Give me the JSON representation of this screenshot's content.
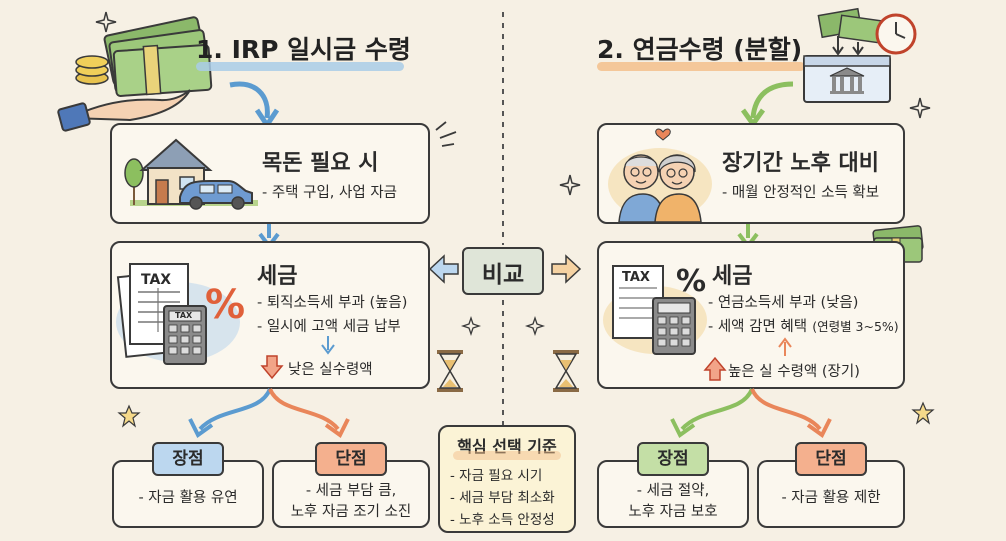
{
  "left": {
    "title": "1. IRP 일시금 수령",
    "box1": {
      "heading": "목돈 필요 시",
      "line": "- 주택 구입, 사업 자금"
    },
    "box2": {
      "heading": "세금",
      "line1": "- 퇴직소득세 부과 (높음)",
      "line2": "- 일시에 고액 세금 납부",
      "result": "낮은 실수령액",
      "tax_label": "TAX",
      "calc_label": "TAX",
      "percent": "%"
    },
    "pros": {
      "tag": "장점",
      "text": "- 자금 활용 유연"
    },
    "cons": {
      "tag": "단점",
      "line1": "- 세금 부담 큼,",
      "line2": "노후 자금 조기 소진"
    }
  },
  "right": {
    "title": "2. 연금수령 (분할)",
    "box1": {
      "heading": "장기간 노후 대비",
      "line": "- 매월 안정적인 소득 확보"
    },
    "box2": {
      "heading": "세금",
      "line1": "- 연금소득세 부과 (낮음)",
      "line2_main": "- 세액 감면 혜택",
      "line2_small": "(연령별 3~5%)",
      "result": "높은 실 수령액 (장기)",
      "tax_label": "TAX",
      "percent": "%"
    },
    "pros": {
      "tag": "장점",
      "line1": "- 세금 절약,",
      "line2": "노후 자금 보호"
    },
    "cons": {
      "tag": "단점",
      "text": "- 자금 활용 제한"
    }
  },
  "center": {
    "compare": "비교",
    "criteria": {
      "title": "핵심 선택 기준",
      "items": [
        "- 자금 필요 시기",
        "- 세금 부담 최소화",
        "- 노후 소득 안정성"
      ]
    }
  },
  "colors": {
    "background": "#f6f0e4",
    "blue": "#5b9bd0",
    "orange": "#e9865a",
    "green": "#8cbf5f",
    "yellow_tag": "#f5d98a"
  }
}
